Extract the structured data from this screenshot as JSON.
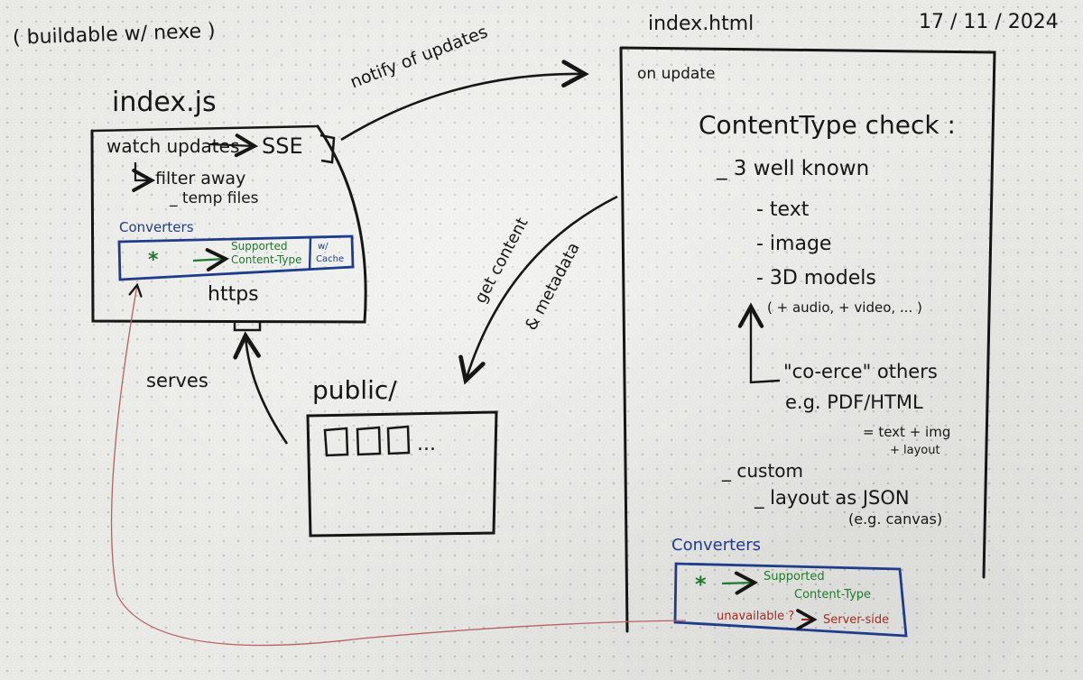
{
  "header": {
    "build_note": "( buildable w/ nexe )",
    "date": "17 / 11 / 2024"
  },
  "server": {
    "filename": "index.js",
    "watch_updates": "watch updates",
    "sse": "SSE",
    "filter_away": "filter away",
    "temp_files": "_ temp files",
    "converters_label": "Converters",
    "converter_star": "*",
    "supported_content_type_1": "Supported",
    "supported_content_type_2": "Content-Type",
    "cache_1": "w/",
    "cache_2": "Cache",
    "https": "https"
  },
  "arrows": {
    "notify": "notify of updates",
    "get_content": "get content",
    "metadata": "& metadata",
    "serves": "serves"
  },
  "public_folder": {
    "label": "public/",
    "ellipsis": "..."
  },
  "client": {
    "filename": "index.html",
    "on_update": "on update",
    "check_title": "ContentType check :",
    "well_known": "_ 3 well known",
    "text": "- text",
    "image": "- image",
    "models": "- 3D models",
    "models_more": "( + audio, + video, ... )",
    "coerce": "\"co-erce\" others",
    "eg_pdf": "e.g. PDF/HTML",
    "eq_text_img": "= text + img",
    "plus_layout": "+ layout",
    "custom": "_ custom",
    "layout_json": "_ layout as JSON",
    "eg_canvas": "(e.g. canvas)",
    "converters_label": "Converters",
    "converter_star": "*",
    "supported_1": "Supported",
    "supported_2": "Content-Type",
    "unavailable": "unavailable ?",
    "server_side": "Server-side"
  },
  "colors": {
    "ink": "#161616",
    "blue": "#1f3b8c",
    "green": "#1d7a2c",
    "red": "#a22a1f",
    "thin_red": "#b86060"
  }
}
